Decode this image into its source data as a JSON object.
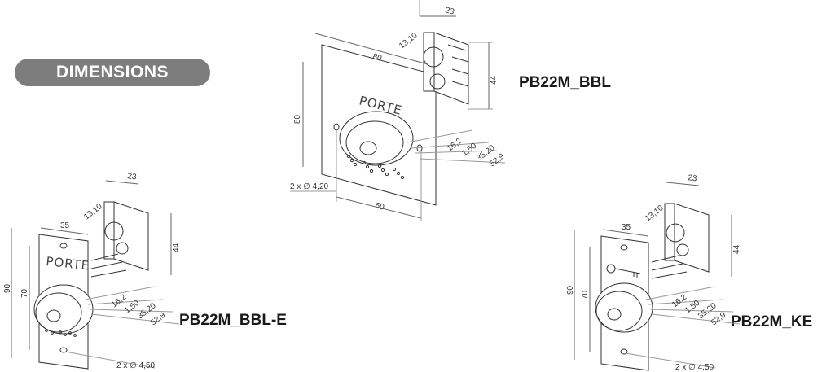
{
  "header": {
    "badge": "DIMENSIONS"
  },
  "models": {
    "center": {
      "label": "PB22M_BBL",
      "plate_text": "PORTE",
      "dims": {
        "width": "80",
        "height": "80",
        "hole_spacing": "60",
        "holes": "2 x ∅ 4,20",
        "depth": "23",
        "offset": "13,10",
        "module_h": "44",
        "d1": "16,2",
        "d2": "1,50",
        "d3": "35,20",
        "d4": "52,9"
      }
    },
    "left": {
      "label": "PB22M_BBL-E",
      "plate_text": "PORTE",
      "dims": {
        "width": "35",
        "height": "90",
        "inner": "70",
        "holes": "2 x ∅ 4,50",
        "depth": "23",
        "offset": "13,10",
        "module_h": "44",
        "d1": "16,2",
        "d2": "1,50",
        "d3": "35,20",
        "d4": "52,9"
      }
    },
    "right": {
      "label": "PB22M_KE",
      "dims": {
        "width": "35",
        "height": "90",
        "inner": "70",
        "holes": "2 x ∅ 4,50",
        "depth": "23",
        "offset": "13,10",
        "module_h": "44",
        "d1": "16,2",
        "d2": "1,50",
        "d3": "35,20",
        "d4": "52,9"
      }
    }
  }
}
